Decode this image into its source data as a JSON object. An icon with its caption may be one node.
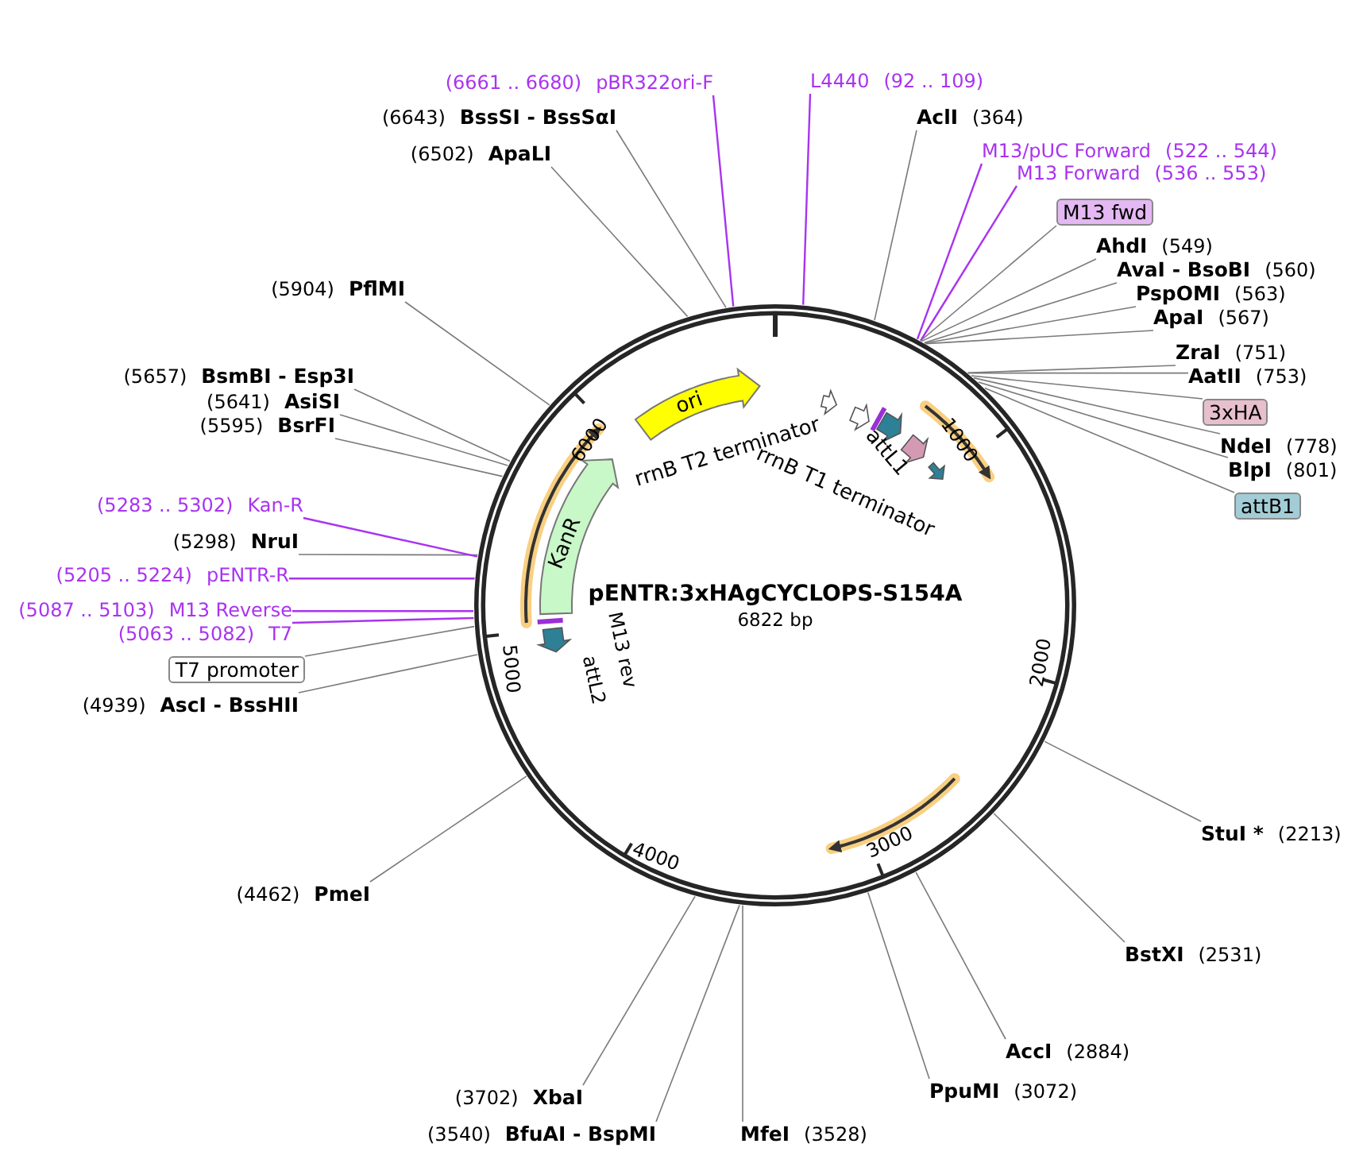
{
  "diagram": {
    "title": "pENTR:3xHAgCYCLOPS-S154A",
    "nodes": [
      {
        "text": [
          "(6661 .. 6680)",
          "pBR322ori-F"
        ]
      },
      {
        "text": [
          "L4440",
          "(92 .. 109)"
        ]
      },
      {
        "text": [
          "(6643)",
          "BssSI - BssSαI"
        ]
      },
      {
        "text": [
          "(6502)",
          "ApaLI"
        ]
      },
      {
        "text": [
          "AclI",
          "(364)"
        ]
      },
      {
        "text": [
          "M13/pUC Forward",
          "(522 .. 544)"
        ]
      },
      {
        "text": [
          "M13 Forward",
          "(536 .. 553)"
        ]
      },
      {
        "text": [
          "M13 fwd"
        ]
      },
      {
        "text": [
          "AhdI",
          "(549)"
        ]
      },
      {
        "text": [
          "AvaI - BsoBI",
          "(560)"
        ]
      },
      {
        "text": [
          "PspOMI",
          "(563)"
        ]
      },
      {
        "text": [
          "ApaI",
          "(567)"
        ]
      },
      {
        "text": [
          "ZraI",
          "(751)"
        ]
      },
      {
        "text": [
          "AatII",
          "(753)"
        ]
      },
      {
        "text": [
          "3xHA"
        ]
      },
      {
        "text": [
          "NdeI",
          "(778)"
        ]
      },
      {
        "text": [
          "BlpI",
          "(801)"
        ]
      },
      {
        "text": [
          "attB1"
        ]
      },
      {
        "text": [
          "StuI *",
          "(2213)"
        ]
      },
      {
        "text": [
          "BstXI",
          "(2531)"
        ]
      },
      {
        "text": [
          "AccI",
          "(2884)"
        ]
      },
      {
        "text": [
          "PpuMI",
          "(3072)"
        ]
      },
      {
        "text": [
          "MfeI",
          "(3528)"
        ]
      },
      {
        "text": [
          "(3540)",
          "BfuAI - BspMI"
        ]
      },
      {
        "text": [
          "(3702)",
          "XbaI"
        ]
      },
      {
        "text": [
          "(4462)",
          "PmeI"
        ]
      },
      {
        "text": [
          "(4939)",
          "AscI - BssHII"
        ]
      },
      {
        "text": [
          "T7 promoter"
        ]
      },
      {
        "text": [
          "(5063 .. 5082)",
          "T7"
        ]
      },
      {
        "text": [
          "(5087 .. 5103)",
          "M13 Reverse"
        ]
      },
      {
        "text": [
          "(5205 .. 5224)",
          "pENTR-R"
        ]
      },
      {
        "text": [
          "(5298)",
          "NruI"
        ]
      },
      {
        "text": [
          "(5283 .. 5302)",
          "Kan-R"
        ]
      },
      {
        "text": [
          "(5595)",
          "BsrFI"
        ]
      },
      {
        "text": [
          "(5641)",
          "AsiSI"
        ]
      },
      {
        "text": [
          "(5657)",
          "BsmBI - Esp3I"
        ]
      },
      {
        "text": [
          "(5904)",
          "PflMI"
        ]
      },
      {
        "text": [
          "ori"
        ]
      },
      {
        "text": [
          "KanR"
        ]
      }
    ],
    "edges": [
      {
        "from": 0,
        "to": null,
        "arrow": "none",
        "color": "#a933f0"
      },
      {
        "from": 1,
        "to": null,
        "arrow": "none",
        "color": "#a933f0"
      },
      {
        "from": 2,
        "to": null,
        "arrow": "none"
      },
      {
        "from": 3,
        "to": null,
        "arrow": "none"
      },
      {
        "from": 4,
        "to": null,
        "arrow": "none"
      },
      {
        "from": 5,
        "to": null,
        "arrow": "none",
        "color": "#a933f0"
      },
      {
        "from": 6,
        "to": null,
        "arrow": "none",
        "color": "#a933f0"
      },
      {
        "from": 7,
        "to": null,
        "arrow": "none"
      },
      {
        "from": 8,
        "to": null,
        "arrow": "none"
      },
      {
        "from": 9,
        "to": null,
        "arrow": "none"
      },
      {
        "from": 10,
        "to": null,
        "arrow": "none"
      },
      {
        "from": 11,
        "to": null,
        "arrow": "none"
      },
      {
        "from": 12,
        "to": null,
        "arrow": "none"
      },
      {
        "from": 13,
        "to": null,
        "arrow": "none"
      },
      {
        "from": 14,
        "to": null,
        "arrow": "none"
      },
      {
        "from": 15,
        "to": null,
        "arrow": "none"
      },
      {
        "from": 16,
        "to": null,
        "arrow": "none"
      },
      {
        "from": 17,
        "to": null,
        "arrow": "none"
      },
      {
        "from": 18,
        "to": null,
        "arrow": "none"
      },
      {
        "from": 19,
        "to": null,
        "arrow": "none"
      },
      {
        "from": 20,
        "to": null,
        "arrow": "none"
      },
      {
        "from": 21,
        "to": null,
        "arrow": "none"
      },
      {
        "from": 22,
        "to": null,
        "arrow": "none"
      },
      {
        "from": 23,
        "to": null,
        "arrow": "none"
      },
      {
        "from": 24,
        "to": null,
        "arrow": "none"
      },
      {
        "from": 25,
        "to": null,
        "arrow": "none"
      },
      {
        "from": 26,
        "to": null,
        "arrow": "none"
      },
      {
        "from": 27,
        "to": null,
        "arrow": "none"
      },
      {
        "from": 28,
        "to": null,
        "arrow": "none",
        "color": "#a933f0"
      },
      {
        "from": 29,
        "to": null,
        "arrow": "none",
        "color": "#a933f0"
      },
      {
        "from": 30,
        "to": null,
        "arrow": "none",
        "color": "#a933f0"
      },
      {
        "from": 31,
        "to": null,
        "arrow": "none"
      },
      {
        "from": 32,
        "to": null,
        "arrow": "none",
        "color": "#a933f0"
      },
      {
        "from": 33,
        "to": null,
        "arrow": "none"
      },
      {
        "from": 34,
        "to": null,
        "arrow": "none"
      },
      {
        "from": 35,
        "to": null,
        "arrow": "none"
      },
      {
        "from": 36,
        "to": null,
        "arrow": "none"
      }
    ],
    "labels": [
      "rrnB T2 terminator",
      "rrnB T1 terminator",
      "attL1",
      "M13 rev",
      "attL2",
      "1000",
      "2000",
      "3000",
      "4000",
      "5000",
      "6000",
      "6822 bp"
    ]
  }
}
